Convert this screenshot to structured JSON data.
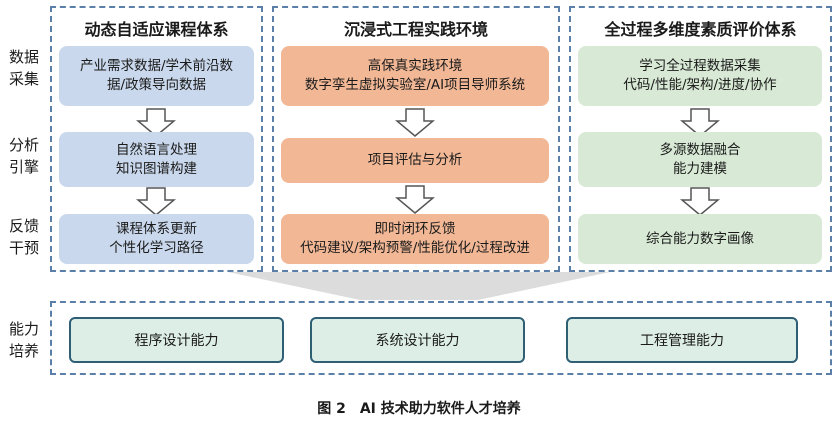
{
  "row_labels": {
    "data_collection": [
      "数据",
      "采集"
    ],
    "analysis_engine": [
      "分析",
      "引擎"
    ],
    "feedback_intervention": [
      "反馈",
      "干预"
    ],
    "ability_training": [
      "能力",
      "培养"
    ]
  },
  "panels": [
    {
      "title": "动态自适应课程体系",
      "boxes": [
        [
          "产业需求数据/学术前沿数",
          "据/政策导向数据"
        ],
        [
          "自然语言处理",
          "知识图谱构建"
        ],
        [
          "课程体系更新",
          "个性化学习路径"
        ]
      ]
    },
    {
      "title": "沉浸式工程实践环境",
      "boxes": [
        [
          "高保真实践环境",
          "数字孪生虚拟实验室/AI项目导师系统"
        ],
        [
          "项目评估与分析"
        ],
        [
          "即时闭环反馈",
          "代码建议/架构预警/性能优化/过程改进"
        ]
      ]
    },
    {
      "title": "全过程多维度素质评价体系",
      "boxes": [
        [
          "学习全过程数据采集",
          "代码/性能/架构/进度/协作"
        ],
        [
          "多源数据融合",
          "能力建模"
        ],
        [
          "综合能力数字画像"
        ]
      ]
    }
  ],
  "capabilities": [
    "程序设计能力",
    "系统设计能力",
    "工程管理能力"
  ],
  "caption": "图 2　AI 技术助力软件人才培养",
  "colors": {
    "panel1_box": "#c9d8ec",
    "panel2_box": "#f2b896",
    "panel3_box": "#d8ead5",
    "dashed_border": "#5a7fa8",
    "capability_fill": "#ddeee7",
    "capability_border": "#2f5f75",
    "funnel": "#dcdcdc"
  }
}
